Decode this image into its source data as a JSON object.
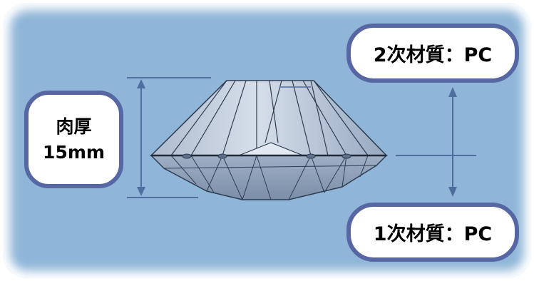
{
  "colors": {
    "background": "#8fb6d8",
    "box_border": "#5767a3",
    "dimension_line": "#4e6e9e",
    "part_fill_light": "#c5d0df",
    "part_fill_dark": "#8e9fb6",
    "part_edge": "#2f3d52"
  },
  "labels": {
    "thickness_line1": "肉厚",
    "thickness_line2": "15mm",
    "secondary_material": "2次材質：PC",
    "primary_material": "1次材質：PC"
  }
}
